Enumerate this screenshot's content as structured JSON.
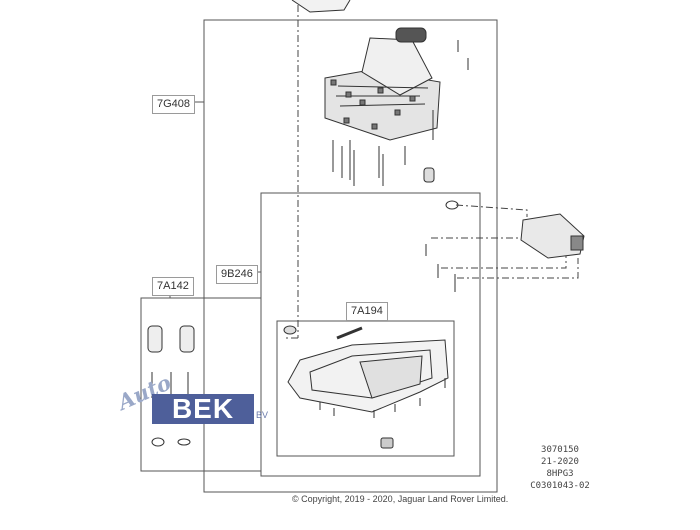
{
  "diagram": {
    "callouts": {
      "valve_body": "7G408",
      "control_module": "9B246",
      "seal_kit": "7A142",
      "oil_pan": "7A194"
    },
    "reference_code": [
      "3070150",
      "21-2020",
      "8HPG3",
      "C0301043-02"
    ],
    "copyright": "© Copyright, 2019 - 2020, Jaguar Land Rover Limited."
  },
  "watermark": {
    "script": "Auto",
    "name": "BEK",
    "suffix": "BV",
    "color": "#4e5f9a"
  }
}
